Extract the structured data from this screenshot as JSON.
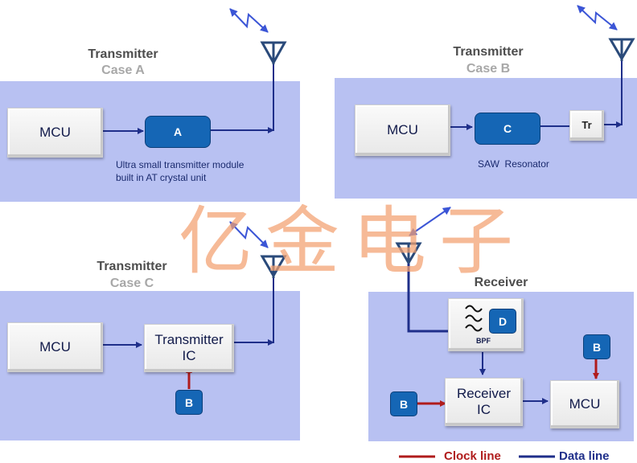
{
  "case_a": {
    "title": "Transmitter",
    "subtitle": "Case A",
    "mcu_label": "MCU",
    "module_label": "A",
    "note_line1": "Ultra small transmitter module",
    "note_line2": "built in AT crystal unit"
  },
  "case_b": {
    "title": "Transmitter",
    "subtitle": "Case B",
    "mcu_label": "MCU",
    "module_label": "C",
    "tr_label": "Tr",
    "note": "SAW  Resonator"
  },
  "case_c": {
    "title": "Transmitter",
    "subtitle": "Case C",
    "mcu_label": "MCU",
    "ic_line1": "Transmitter",
    "ic_line2": "IC",
    "clock_label": "B"
  },
  "receiver": {
    "title": "Receiver",
    "bpf_label": "BPF",
    "filter_module_label": "D",
    "ic_line1": "Receiver",
    "ic_line2": "IC",
    "mcu_label": "MCU",
    "clock_ic_label": "B",
    "clock_mcu_label": "B"
  },
  "legend": {
    "clock_line": "Clock line",
    "data_line": "Data line",
    "clock_color": "#b01c1c",
    "data_color": "#1f2f8a"
  },
  "watermark": "亿金电子",
  "colors": {
    "panel": "#b8c1f2",
    "module_blue": "#1566b5",
    "antenna": "#2a4a7a",
    "wave": "#3b55d6"
  }
}
